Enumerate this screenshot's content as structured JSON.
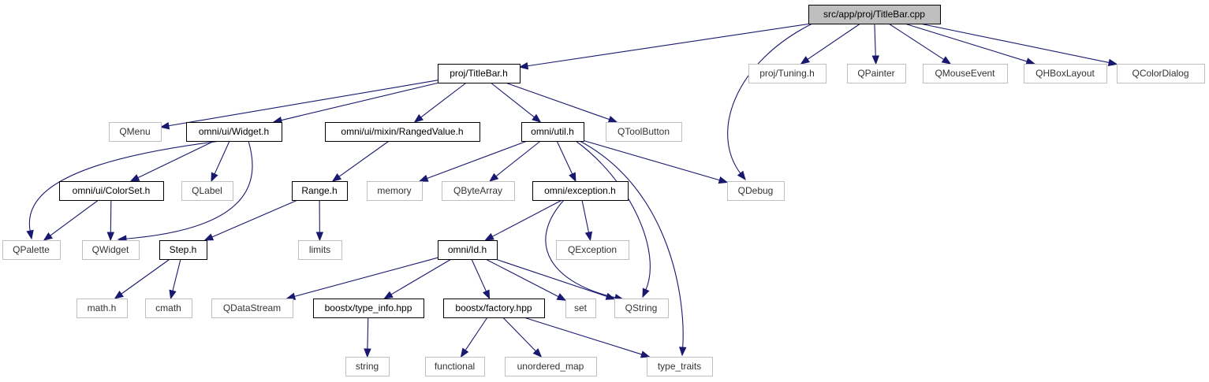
{
  "diagram": {
    "nodes": [
      {
        "id": "root",
        "label": "src/app/proj/TitleBar.cpp",
        "kind": "root"
      },
      {
        "id": "titlebar_h",
        "label": "proj/TitleBar.h",
        "kind": "internal"
      },
      {
        "id": "tuning_h",
        "label": "proj/Tuning.h",
        "kind": "external"
      },
      {
        "id": "qpainter",
        "label": "QPainter",
        "kind": "external"
      },
      {
        "id": "qmouseevent",
        "label": "QMouseEvent",
        "kind": "external"
      },
      {
        "id": "qhboxlayout",
        "label": "QHBoxLayout",
        "kind": "external"
      },
      {
        "id": "qcolordialog",
        "label": "QColorDialog",
        "kind": "external"
      },
      {
        "id": "qmenu",
        "label": "QMenu",
        "kind": "external"
      },
      {
        "id": "widget_h",
        "label": "omni/ui/Widget.h",
        "kind": "internal"
      },
      {
        "id": "rangedvalue_h",
        "label": "omni/ui/mixin/RangedValue.h",
        "kind": "internal"
      },
      {
        "id": "util_h",
        "label": "omni/util.h",
        "kind": "internal"
      },
      {
        "id": "qtoolbutton",
        "label": "QToolButton",
        "kind": "external"
      },
      {
        "id": "colorset_h",
        "label": "omni/ui/ColorSet.h",
        "kind": "internal"
      },
      {
        "id": "qlabel",
        "label": "QLabel",
        "kind": "external"
      },
      {
        "id": "range_h",
        "label": "Range.h",
        "kind": "internal"
      },
      {
        "id": "memory",
        "label": "memory",
        "kind": "external"
      },
      {
        "id": "qbytearray",
        "label": "QByteArray",
        "kind": "external"
      },
      {
        "id": "exception_h",
        "label": "omni/exception.h",
        "kind": "internal"
      },
      {
        "id": "qdebug",
        "label": "QDebug",
        "kind": "external"
      },
      {
        "id": "qpalette",
        "label": "QPalette",
        "kind": "external"
      },
      {
        "id": "qwidget",
        "label": "QWidget",
        "kind": "external"
      },
      {
        "id": "step_h",
        "label": "Step.h",
        "kind": "internal"
      },
      {
        "id": "limits",
        "label": "limits",
        "kind": "external"
      },
      {
        "id": "id_h",
        "label": "omni/Id.h",
        "kind": "internal"
      },
      {
        "id": "qexception",
        "label": "QException",
        "kind": "external"
      },
      {
        "id": "math_h",
        "label": "math.h",
        "kind": "external"
      },
      {
        "id": "cmath",
        "label": "cmath",
        "kind": "external"
      },
      {
        "id": "qdatastream",
        "label": "QDataStream",
        "kind": "external"
      },
      {
        "id": "type_info_hpp",
        "label": "boostx/type_info.hpp",
        "kind": "internal"
      },
      {
        "id": "factory_hpp",
        "label": "boostx/factory.hpp",
        "kind": "internal"
      },
      {
        "id": "set",
        "label": "set",
        "kind": "external"
      },
      {
        "id": "qstring",
        "label": "QString",
        "kind": "external"
      },
      {
        "id": "string",
        "label": "string",
        "kind": "external"
      },
      {
        "id": "functional",
        "label": "functional",
        "kind": "external"
      },
      {
        "id": "unordered_map",
        "label": "unordered_map",
        "kind": "external"
      },
      {
        "id": "type_traits",
        "label": "type_traits",
        "kind": "external"
      }
    ],
    "edges": [
      {
        "from": "root",
        "to": "titlebar_h"
      },
      {
        "from": "root",
        "to": "qdebug"
      },
      {
        "from": "root",
        "to": "tuning_h"
      },
      {
        "from": "root",
        "to": "qpainter"
      },
      {
        "from": "root",
        "to": "qmouseevent"
      },
      {
        "from": "root",
        "to": "qhboxlayout"
      },
      {
        "from": "root",
        "to": "qcolordialog"
      },
      {
        "from": "titlebar_h",
        "to": "qmenu"
      },
      {
        "from": "titlebar_h",
        "to": "widget_h"
      },
      {
        "from": "titlebar_h",
        "to": "rangedvalue_h"
      },
      {
        "from": "titlebar_h",
        "to": "util_h"
      },
      {
        "from": "titlebar_h",
        "to": "qtoolbutton"
      },
      {
        "from": "widget_h",
        "to": "qpalette"
      },
      {
        "from": "widget_h",
        "to": "colorset_h"
      },
      {
        "from": "widget_h",
        "to": "qlabel"
      },
      {
        "from": "widget_h",
        "to": "qwidget"
      },
      {
        "from": "colorset_h",
        "to": "qpalette"
      },
      {
        "from": "colorset_h",
        "to": "qwidget"
      },
      {
        "from": "rangedvalue_h",
        "to": "range_h"
      },
      {
        "from": "range_h",
        "to": "step_h"
      },
      {
        "from": "range_h",
        "to": "limits"
      },
      {
        "from": "step_h",
        "to": "math_h"
      },
      {
        "from": "step_h",
        "to": "cmath"
      },
      {
        "from": "util_h",
        "to": "memory"
      },
      {
        "from": "util_h",
        "to": "qbytearray"
      },
      {
        "from": "util_h",
        "to": "exception_h"
      },
      {
        "from": "util_h",
        "to": "qdebug"
      },
      {
        "from": "util_h",
        "to": "qstring"
      },
      {
        "from": "util_h",
        "to": "type_traits"
      },
      {
        "from": "exception_h",
        "to": "id_h"
      },
      {
        "from": "exception_h",
        "to": "qexception"
      },
      {
        "from": "exception_h",
        "to": "qstring"
      },
      {
        "from": "id_h",
        "to": "qdatastream"
      },
      {
        "from": "id_h",
        "to": "type_info_hpp"
      },
      {
        "from": "id_h",
        "to": "factory_hpp"
      },
      {
        "from": "id_h",
        "to": "set"
      },
      {
        "from": "id_h",
        "to": "qstring"
      },
      {
        "from": "type_info_hpp",
        "to": "string"
      },
      {
        "from": "factory_hpp",
        "to": "functional"
      },
      {
        "from": "factory_hpp",
        "to": "unordered_map"
      },
      {
        "from": "factory_hpp",
        "to": "type_traits"
      }
    ]
  },
  "colors": {
    "edge": "#191970",
    "root_fill": "#bfbfbf",
    "internal_border": "#000000",
    "external_border": "#bfbfbf"
  }
}
